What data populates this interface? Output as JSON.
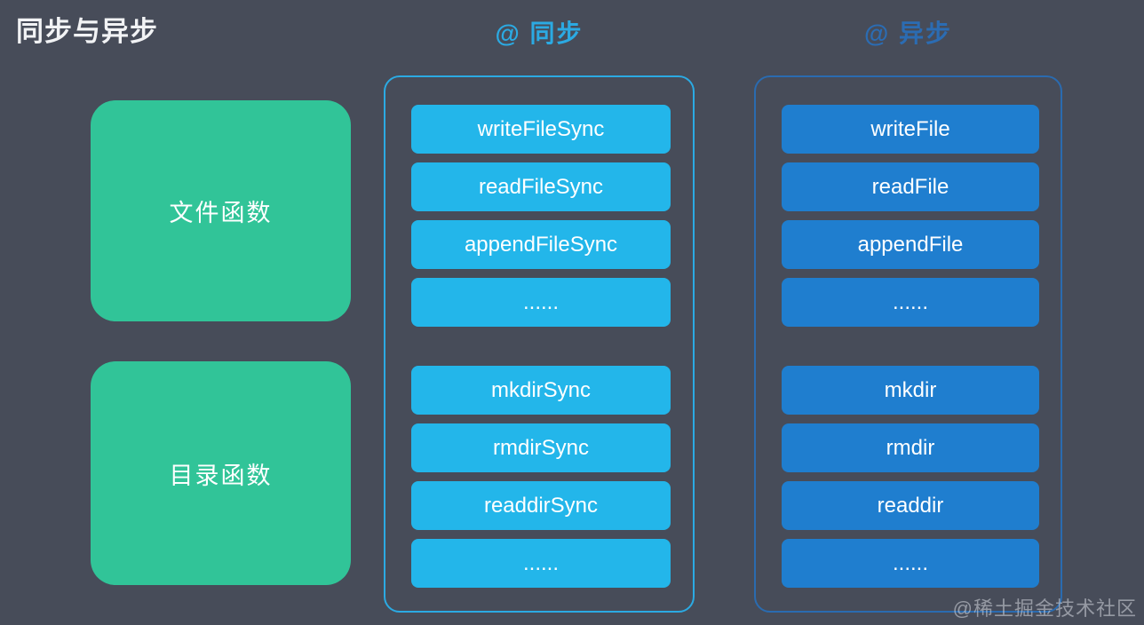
{
  "title": "同步与异步",
  "watermark": "@稀土掘金技术社区",
  "colors": {
    "background": "#474c59",
    "category_green": "#31c498",
    "sync_accent": "#2baae3",
    "sync_button": "#23b6ea",
    "async_accent": "#2a6bb0",
    "async_button": "#1f7ecf",
    "text_light": "#ffffff"
  },
  "categories": [
    {
      "label": "文件函数"
    },
    {
      "label": "目录函数"
    }
  ],
  "sync_column": {
    "header": "@ 同步",
    "file_functions": [
      "writeFileSync",
      "readFileSync",
      "appendFileSync",
      "......"
    ],
    "dir_functions": [
      "mkdirSync",
      "rmdirSync",
      "readdirSync",
      "......"
    ]
  },
  "async_column": {
    "header": "@ 异步",
    "file_functions": [
      "writeFile",
      "readFile",
      "appendFile",
      "......"
    ],
    "dir_functions": [
      "mkdir",
      "rmdir",
      "readdir",
      "......"
    ]
  }
}
